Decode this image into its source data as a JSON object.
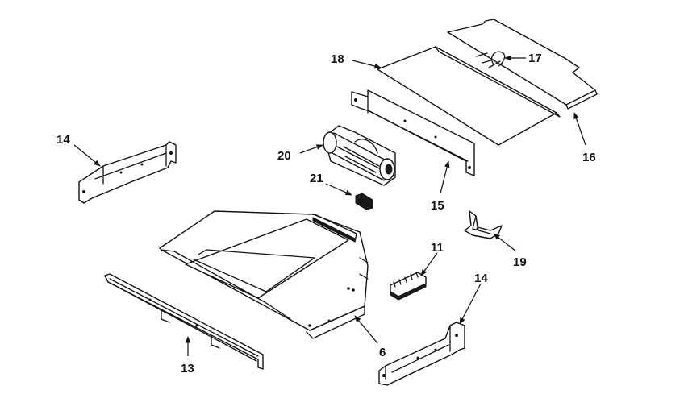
{
  "colors": {
    "line": "#111111",
    "background": "#ffffff"
  },
  "callouts": {
    "fan": "20",
    "clip": "21",
    "rear_bracket": "15",
    "top_cover": "18",
    "top_panel": "16",
    "wire_clip": "17",
    "left_side_bracket": "14",
    "right_side_bracket": "14",
    "front_trim": "13",
    "duct_assembly": "6",
    "terminal_block": "11",
    "mount_bracket": "19"
  }
}
